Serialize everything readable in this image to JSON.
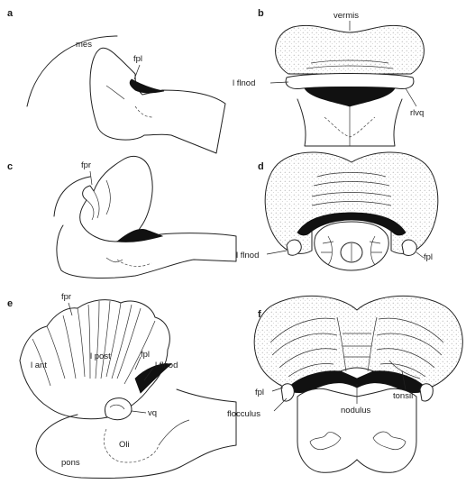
{
  "panels": {
    "a": {
      "letter": "a",
      "labels": {
        "mes": "mes",
        "fpl": "fpl"
      }
    },
    "b": {
      "letter": "b",
      "labels": {
        "vermis": "vermis",
        "lflnod": "l flnod",
        "rlvq": "rlvq"
      }
    },
    "c": {
      "letter": "c",
      "labels": {
        "fpr": "fpr"
      }
    },
    "d": {
      "letter": "d",
      "labels": {
        "lflnod": "l flnod",
        "fpl": "fpl"
      }
    },
    "e": {
      "letter": "e",
      "labels": {
        "fpr": "fpr",
        "lant": "l ant",
        "lpost": "l post",
        "fpl": "fpl",
        "lflnod": "l flnod",
        "vq": "vq",
        "pons": "pons",
        "oli": "Oli"
      }
    },
    "f": {
      "letter": "f",
      "labels": {
        "fpl": "fpl",
        "flocculus": "flocculus",
        "nodulus": "nodulus",
        "tonsil": "tonsil"
      }
    }
  },
  "colors": {
    "ink": "#1a1a1a",
    "fill": "#000000",
    "paper": "#ffffff"
  }
}
